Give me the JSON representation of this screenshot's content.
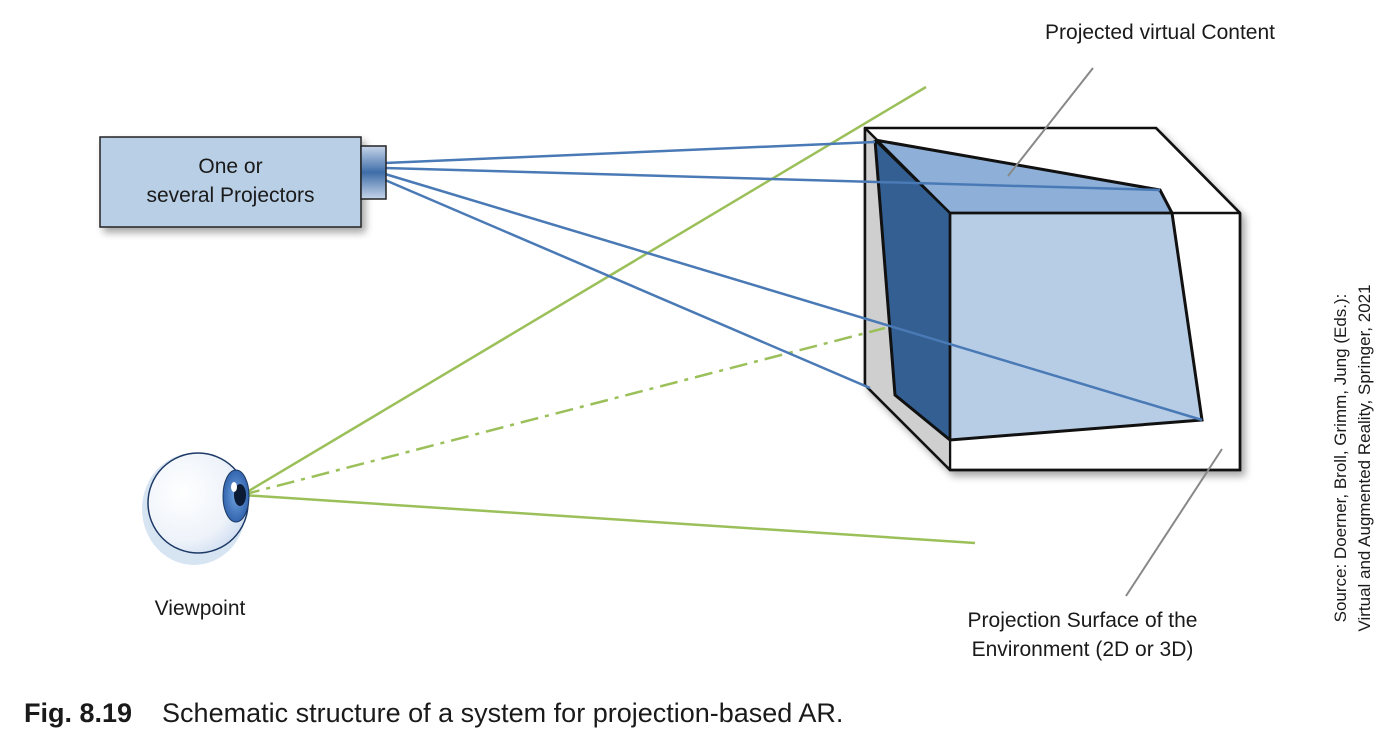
{
  "labels": {
    "projector": [
      "One or",
      "several Projectors"
    ],
    "projected_content": "Projected virtual Content",
    "viewpoint": "Viewpoint",
    "surface": [
      "Projection Surface of the",
      "Environment (2D or 3D)"
    ]
  },
  "source": [
    "Source: Doerner, Broll, Grimm, Jung (Eds.):",
    "Virtual and Augmented Reality, Springer, 2021"
  ],
  "caption": {
    "number": "Fig. 8.19",
    "text": "Schematic structure of a system for projection-based AR."
  },
  "colors": {
    "projector_fill": "#b8cfe6",
    "ray_blue": "#4a7ab6",
    "sight_green": "#9bc05a",
    "content_dark": "#335f92",
    "content_light": "#b7cde6",
    "content_top": "#8eb0d8",
    "box_shadow_gray": "#cfcfcf"
  },
  "icons": [
    "eye-icon",
    "projector-icon",
    "box-icon"
  ]
}
